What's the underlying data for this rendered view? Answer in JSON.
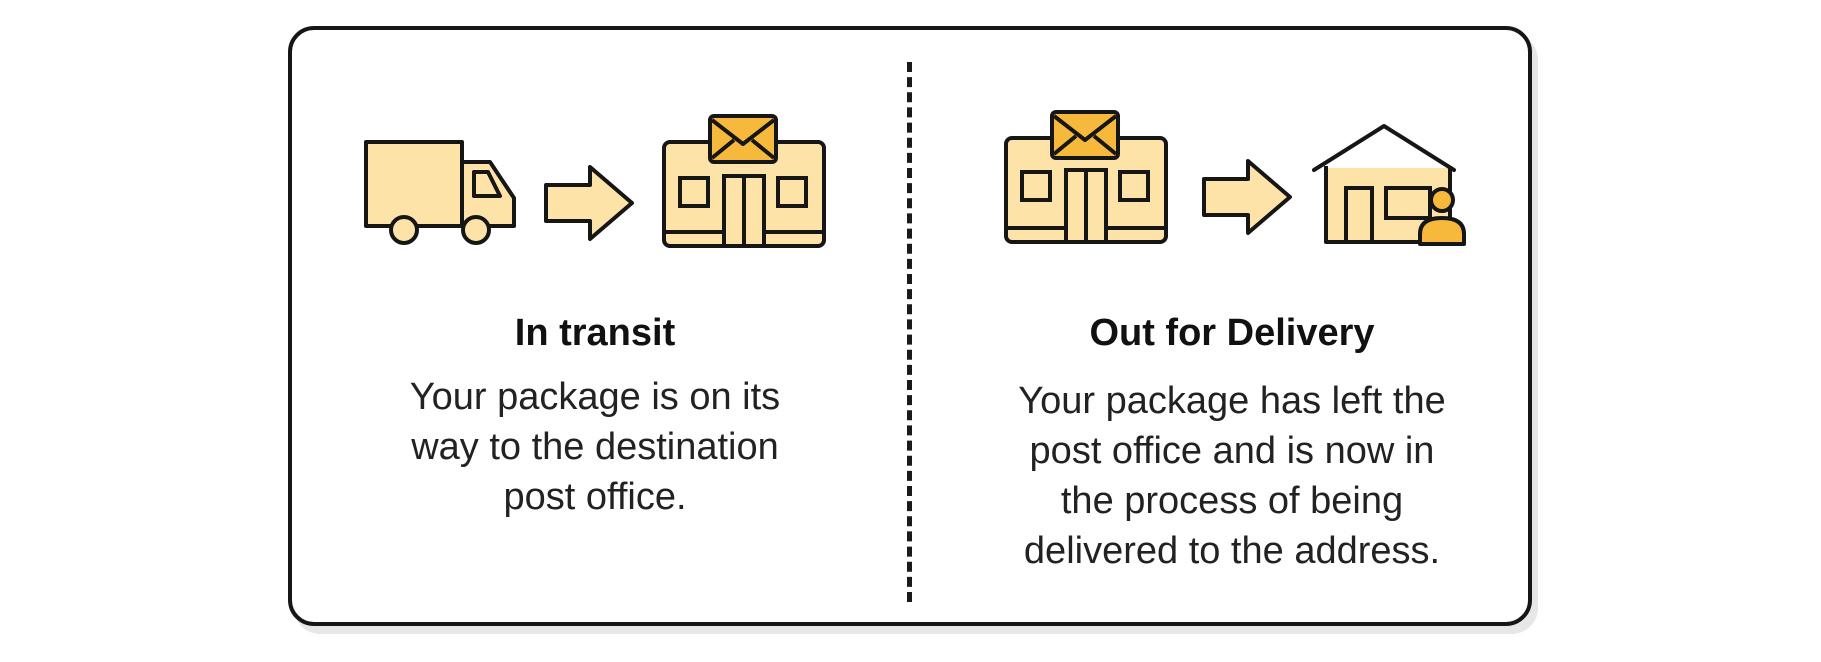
{
  "colors": {
    "outline": "#161616",
    "fill_light": "#fde3a7",
    "fill_accent": "#f6b93b",
    "text": "#222222"
  },
  "left_panel": {
    "title": "In transit",
    "description": "Your package is on its way to the destination post office.",
    "icons": [
      "truck-icon",
      "arrow-right-icon",
      "post-office-icon"
    ]
  },
  "right_panel": {
    "title": "Out for Delivery",
    "description": "Your package has left the post office and is now in the process of being delivered to the address.",
    "icons": [
      "post-office-icon",
      "arrow-right-icon",
      "house-with-person-icon"
    ]
  }
}
